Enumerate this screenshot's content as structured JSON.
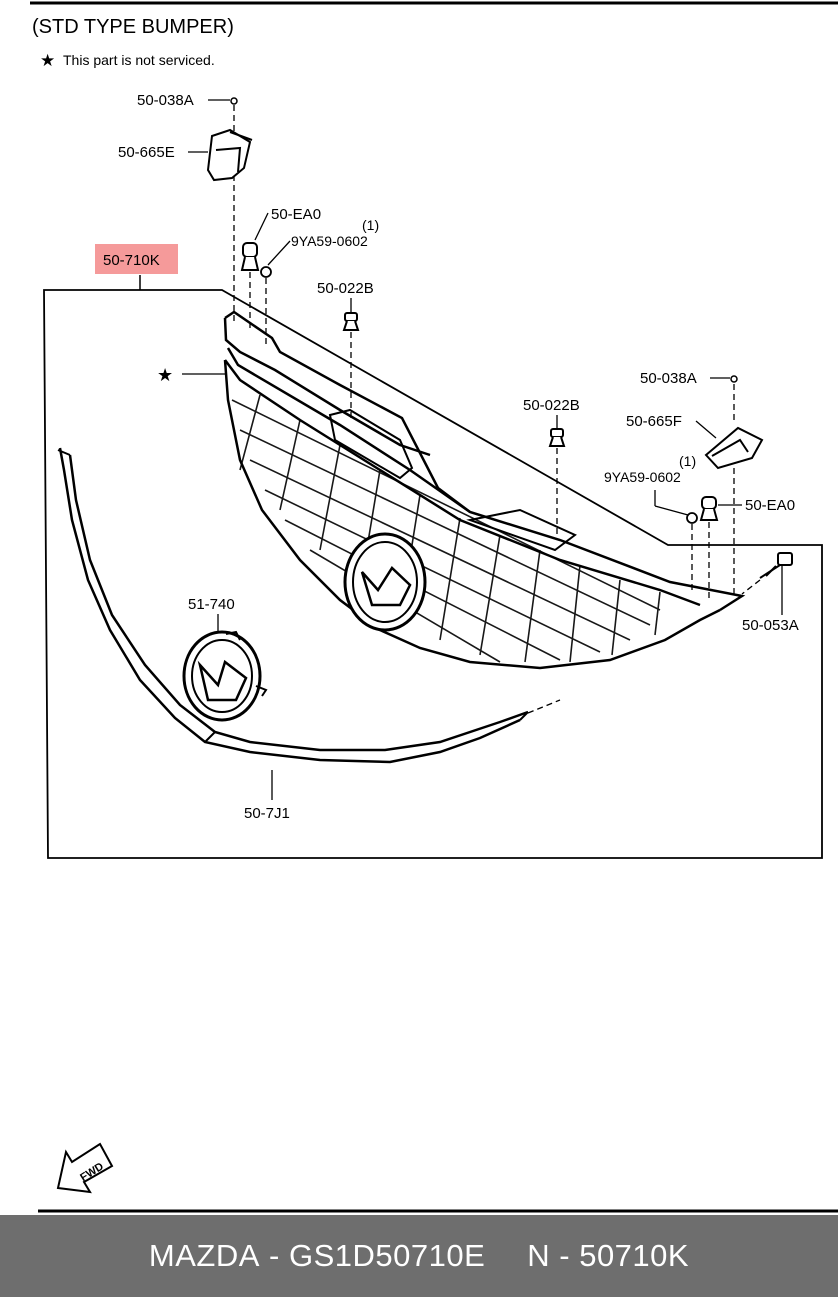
{
  "header": {
    "title": "(STD TYPE BUMPER)",
    "note_symbol": "★",
    "note_text": "This part is not serviced."
  },
  "labels": {
    "l_50_038A_left": "50-038A",
    "l_50_665E": "50-665E",
    "l_50_EA0_left": "50-EA0",
    "l_qty_left": "(1)",
    "l_9YA59_left": "9YA59-0602",
    "l_50_710K": "50-710K",
    "l_50_022B_left": "50-022B",
    "l_star": "★",
    "l_50_038A_right": "50-038A",
    "l_50_022B_right": "50-022B",
    "l_50_665F": "50-665F",
    "l_qty_right": "(1)",
    "l_9YA59_right": "9YA59-0602",
    "l_50_EA0_right": "50-EA0",
    "l_50_053A": "50-053A",
    "l_51_740": "51-740",
    "l_50_7J1": "50-7J1",
    "fwd": "FWD"
  },
  "highlight_color": "#f59a9a",
  "footer": {
    "brand": "MAZDA",
    "part_number": "GS1D50710E",
    "ref": "N - 50710K",
    "background": "#6e6e6e"
  }
}
